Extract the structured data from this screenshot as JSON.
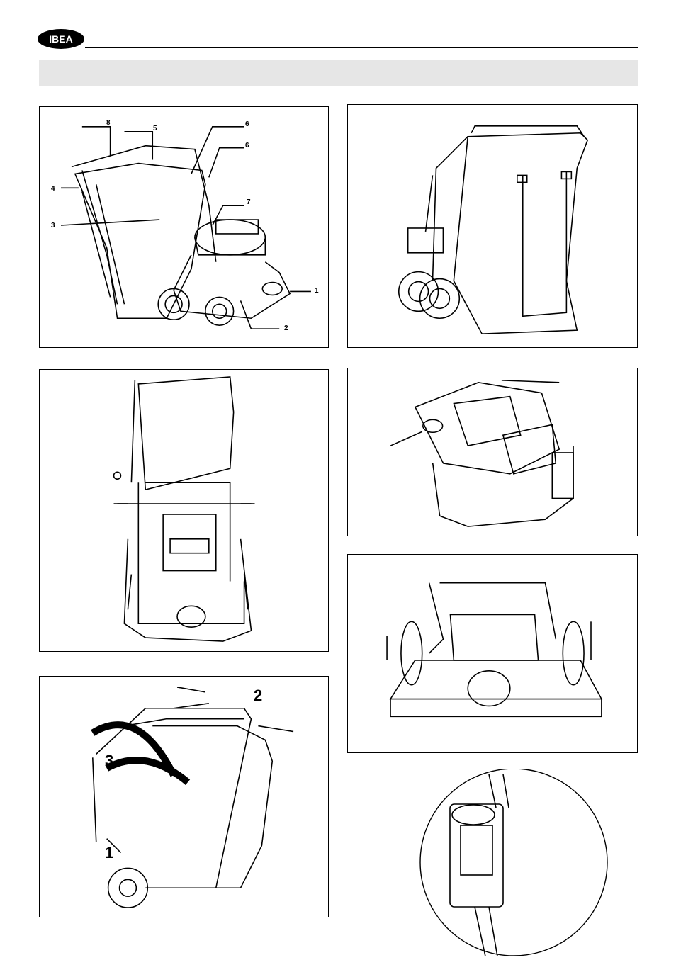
{
  "header": {
    "logo_text": "IBEA"
  },
  "fig1": {
    "labels": [
      "8",
      "5",
      "6",
      "6",
      "4",
      "3",
      "7",
      "1",
      "2"
    ]
  },
  "fig_handle": {
    "steps": [
      "2",
      "3",
      "1"
    ]
  },
  "colors": {
    "band": "#e6e6e6",
    "ink": "#000000"
  }
}
